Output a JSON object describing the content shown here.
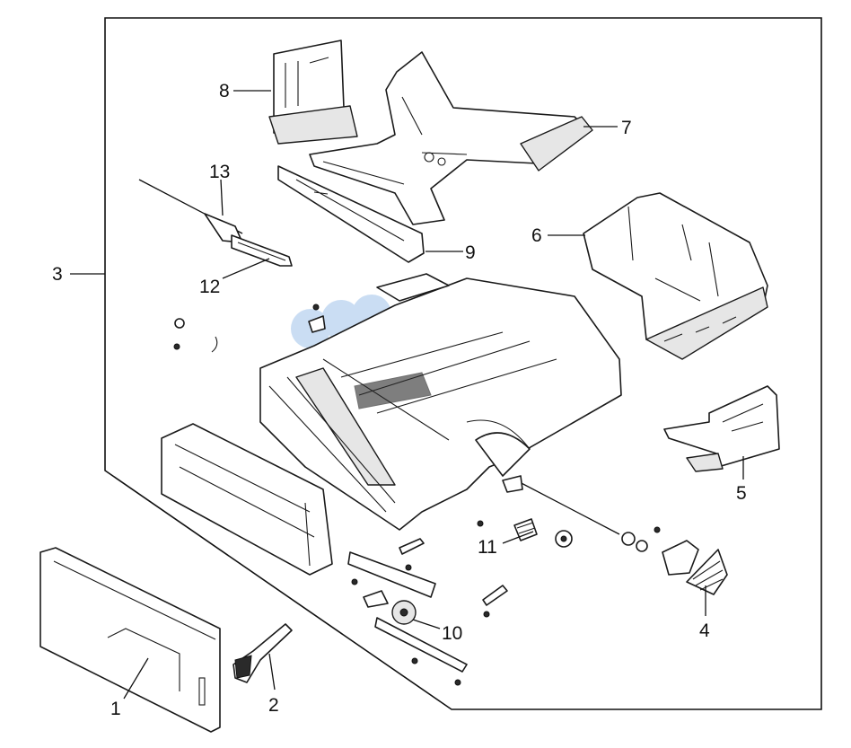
{
  "diagram": {
    "callouts": [
      "1",
      "2",
      "3",
      "4",
      "5",
      "6",
      "7",
      "8",
      "9",
      "10",
      "11",
      "12",
      "13"
    ]
  },
  "colors": {
    "line": "#1a1a1a",
    "shade": "#e6e6e6",
    "watermark_blue": "#9fc3ea",
    "watermark_orange": "#f5c98a",
    "watermark_pink": "#d9a0a0"
  },
  "watermark": "manufacturer logo (faint dots)"
}
